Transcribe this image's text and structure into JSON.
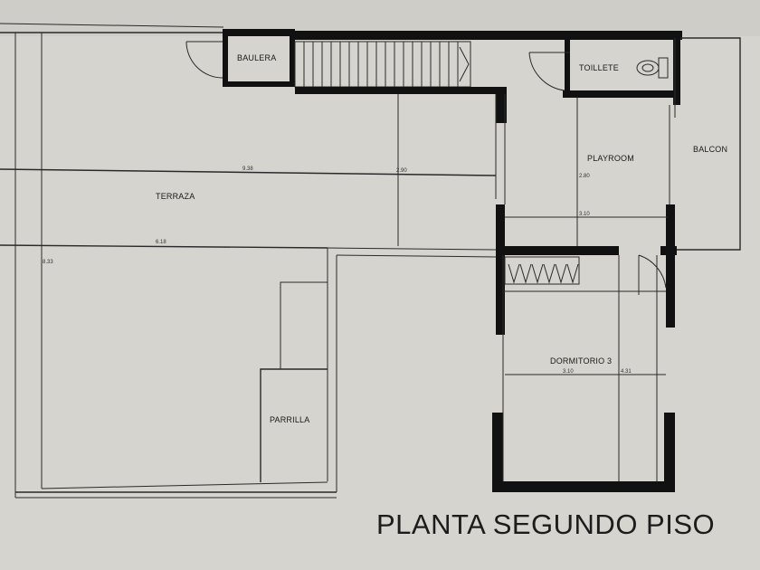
{
  "rooms": {
    "baulera": "BAULERA",
    "toillete": "TOILLETE",
    "playroom": "PLAYROOM",
    "balcon": "BALCON",
    "terraza": "TERRAZA",
    "parrilla": "PARRILLA",
    "dormitorio": "DORMITORIO 3"
  },
  "dimensions": {
    "terraza_length": "9.38",
    "terraza_width": "6.18",
    "terraza_total": "8.33",
    "stair_width": "2.90",
    "playroom_height": "2.80",
    "playroom_width": "3.10",
    "dormitorio_width": "3.10",
    "dormitorio_length": "4.31"
  },
  "title": "PLANTA SEGUNDO PISO",
  "colors": {
    "paper": "#d6d4cf",
    "wall": "#111111",
    "line": "#2a2a2a"
  }
}
